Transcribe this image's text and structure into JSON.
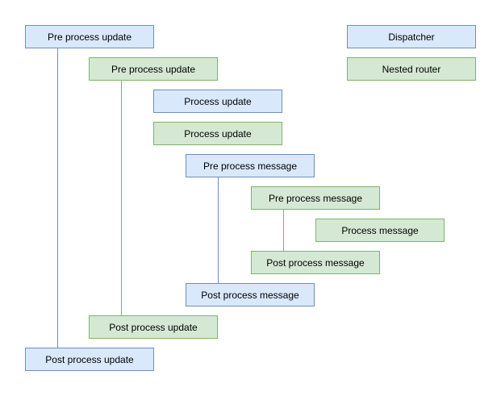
{
  "diagram": {
    "background": "#ffffff",
    "palette": {
      "blue_fill": "#dae8fc",
      "blue_border": "#6c8ebf",
      "green_fill": "#d5e8d4",
      "green_border": "#82b366",
      "text_color": "#000000"
    },
    "legend": {
      "blue_actor": "Dispatcher",
      "green_actor": "Nested router"
    },
    "nodes": [
      {
        "label": "Pre process update",
        "color": "blue"
      },
      {
        "label": "Dispatcher",
        "color": "blue"
      },
      {
        "label": "Pre process update",
        "color": "green"
      },
      {
        "label": "Nested router",
        "color": "green"
      },
      {
        "label": "Process update",
        "color": "blue"
      },
      {
        "label": "Process update",
        "color": "green"
      },
      {
        "label": "Pre process message",
        "color": "blue"
      },
      {
        "label": "Pre process message",
        "color": "green"
      },
      {
        "label": "Process message",
        "color": "green"
      },
      {
        "label": "Post process message",
        "color": "green"
      },
      {
        "label": "Post process message",
        "color": "blue"
      },
      {
        "label": "Post process update",
        "color": "green"
      },
      {
        "label": "Post process update",
        "color": "blue"
      }
    ],
    "connectors": [
      {
        "color": "blue",
        "from": "Pre process update (dispatcher)",
        "to": "Post process update (dispatcher)"
      },
      {
        "color": "green",
        "from": "Pre process update (nested router)",
        "to": "Post process update (nested router)"
      },
      {
        "color": "blue",
        "from": "Pre process message (dispatcher)",
        "to": "Post process message (dispatcher)"
      },
      {
        "color": "green",
        "from": "Pre process message (nested router)",
        "to": "Post process message (nested router)"
      }
    ]
  }
}
